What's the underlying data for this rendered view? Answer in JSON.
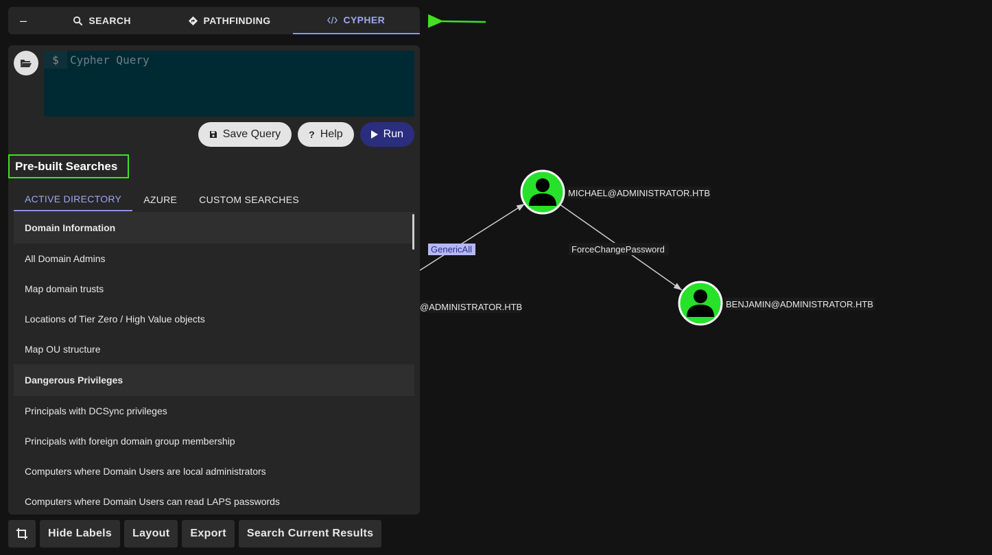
{
  "top_tabs": {
    "collapse_label": "–",
    "search": "SEARCH",
    "pathfinding": "PATHFINDING",
    "cypher": "CYPHER"
  },
  "query": {
    "prompt": "$",
    "placeholder": "Cypher Query",
    "value": ""
  },
  "buttons": {
    "save": "Save Query",
    "help": "Help",
    "run": "Run"
  },
  "prebuilt": {
    "title": "Pre-built Searches",
    "tabs": [
      "ACTIVE DIRECTORY",
      "AZURE",
      "CUSTOM SEARCHES"
    ],
    "active_tab": "ACTIVE DIRECTORY",
    "items": [
      {
        "label": "Domain Information",
        "header": true
      },
      {
        "label": "All Domain Admins",
        "header": false
      },
      {
        "label": "Map domain trusts",
        "header": false
      },
      {
        "label": "Locations of Tier Zero / High Value objects",
        "header": false
      },
      {
        "label": "Map OU structure",
        "header": false
      },
      {
        "label": "Dangerous Privileges",
        "header": true
      },
      {
        "label": "Principals with DCSync privileges",
        "header": false
      },
      {
        "label": "Principals with foreign domain group membership",
        "header": false
      },
      {
        "label": "Computers where Domain Users are local administrators",
        "header": false
      },
      {
        "label": "Computers where Domain Users can read LAPS passwords",
        "header": false
      }
    ]
  },
  "bottom_toolbar": {
    "crop_icon": "crop-icon",
    "hide_labels": "Hide Labels",
    "layout": "Layout",
    "export": "Export",
    "search_current": "Search Current Results"
  },
  "graph": {
    "nodes": [
      {
        "id": "michael",
        "label": "MICHAEL@ADMINISTRATOR.HTB",
        "type": "user"
      },
      {
        "id": "benjamin",
        "label": "BENJAMIN@ADMINISTRATOR.HTB",
        "type": "user"
      },
      {
        "id": "offscreen",
        "label": "@ADMINISTRATOR.HTB",
        "type": "user"
      }
    ],
    "edges": [
      {
        "from": "offscreen",
        "to": "michael",
        "label": "GenericAll",
        "highlight": true
      },
      {
        "from": "michael",
        "to": "benjamin",
        "label": "ForceChangePassword",
        "highlight": false
      }
    ]
  },
  "colors": {
    "background": "#131313",
    "panel": "#262626",
    "accent": "#9ea8f0",
    "run_button": "#2b2e7e",
    "node_fill": "#27e12a",
    "annotation": "#43e020",
    "edge_highlight_bg": "#b5b8f7"
  }
}
